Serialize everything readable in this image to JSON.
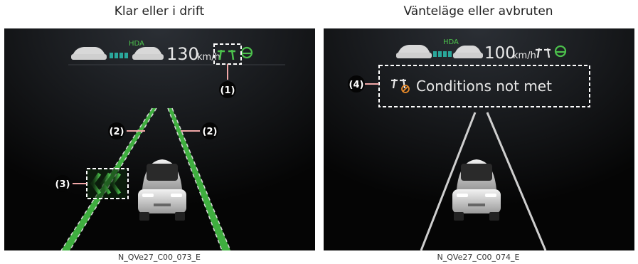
{
  "left": {
    "caption": "Klar eller i drift",
    "code": "N_QVe27_C00_073_E",
    "hud": {
      "badge": "HDA",
      "speed": "130",
      "unit": "km/h"
    },
    "callouts": [
      "(1)",
      "(2)",
      "(2)",
      "(3)"
    ]
  },
  "right": {
    "caption": "Vänteläge eller avbruten",
    "code": "N_QVe27_C00_074_E",
    "hud": {
      "badge": "HDA",
      "speed": "100",
      "unit": "km/h"
    },
    "message": "Conditions not met",
    "callouts": [
      "(4)"
    ]
  },
  "colors": {
    "lane_active": "#3fae3f",
    "teal": "#2aa79b",
    "dashed_box": "#ffffff"
  },
  "icons": [
    "car-front-icon",
    "car-follow-icon",
    "lane-keep-icon",
    "steering-wheel-icon",
    "chevron-left-icon",
    "lane-off-icon"
  ]
}
